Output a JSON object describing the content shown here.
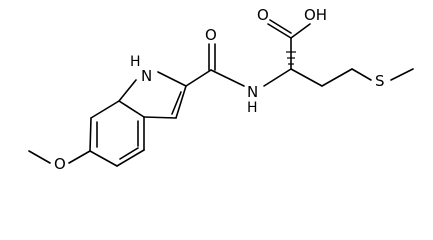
{
  "molecule": {
    "atoms": {
      "acid_oxygen": "O",
      "hydroxyl": "OH",
      "amide_oxygen": "O",
      "amide_nitrogen": "N",
      "amide_hydrogen": "H",
      "indole_hydrogen": "H",
      "indole_nitrogen": "N",
      "sulfur": "S",
      "ether_oxygen": "O"
    }
  }
}
